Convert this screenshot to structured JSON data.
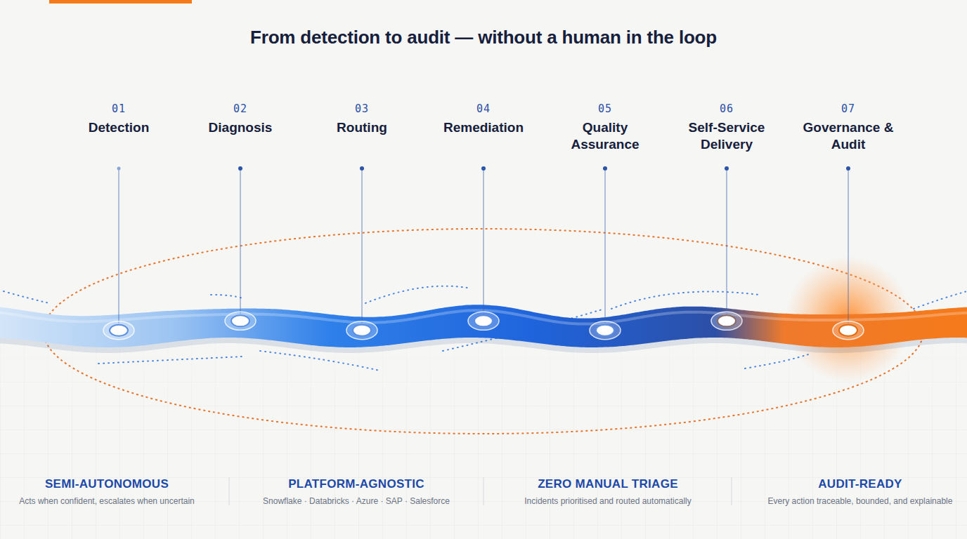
{
  "diagram": {
    "title": "From detection to audit — without a human in the loop",
    "nodes": [
      {
        "text": [
          "01",
          "Detection"
        ]
      },
      {
        "text": [
          "02",
          "Diagnosis"
        ]
      },
      {
        "text": [
          "03",
          "Routing"
        ]
      },
      {
        "text": [
          "04",
          "Remediation"
        ]
      },
      {
        "text": [
          "05",
          "Quality Assurance"
        ]
      },
      {
        "text": [
          "06",
          "Self-Service Delivery"
        ]
      },
      {
        "text": [
          "07",
          "Governance & Audit"
        ]
      },
      {
        "text": [
          "SEMI-AUTONOMOUS",
          "Acts when confident, escalates when uncertain"
        ]
      },
      {
        "text": [
          "PLATFORM-AGNOSTIC",
          "Snowflake · Databricks · Azure · SAP · Salesforce"
        ]
      },
      {
        "text": [
          "ZERO MANUAL TRIAGE",
          "Incidents prioritised and routed automatically"
        ]
      },
      {
        "text": [
          "AUDIT-READY",
          "Every action traceable, bounded, and explainable"
        ]
      }
    ]
  }
}
